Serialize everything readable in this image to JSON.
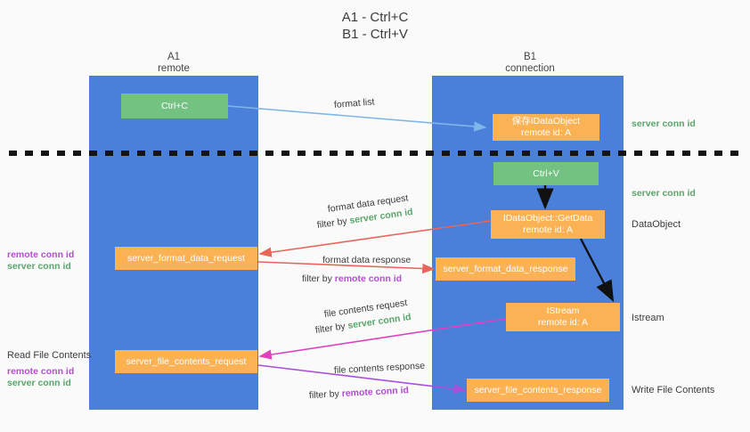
{
  "title": {
    "line1": "A1 - Ctrl+C",
    "line2": "B1 - Ctrl+V"
  },
  "columns": [
    {
      "name": "A1",
      "sub": "remote"
    },
    {
      "name": "B1",
      "sub": "connection"
    }
  ],
  "nodes": {
    "ctrl_c": "Ctrl+C",
    "save_idataobject_l1": "保存IDataObject",
    "save_idataobject_l2": "remote id: A",
    "ctrl_v": "Ctrl+V",
    "getdata_l1": "IDataObject::GetData",
    "getdata_l2": "remote id: A",
    "server_format_data_request": "server_format_data_request",
    "server_format_data_response": "server_format_data_response",
    "istream_l1": "IStream",
    "istream_l2": "remote id: A",
    "server_file_contents_request": "server_file_contents_request",
    "server_file_contents_response": "server_file_contents_response"
  },
  "right_labels": {
    "server_conn_id_top": "server conn id",
    "server_conn_id_mid": "server conn id",
    "dataobject": "DataObject",
    "istream": "Istream",
    "write_file_contents": "Write File Contents"
  },
  "left_labels": {
    "remote_conn_id_1": "remote conn id",
    "server_conn_id_1": "server conn id",
    "read_file_contents": "Read File Contents",
    "remote_conn_id_2": "remote conn id",
    "server_conn_id_2": "server conn id"
  },
  "edges": {
    "format_list": "format list",
    "format_data_request": "format data request",
    "format_data_request_filter_pre": "filter by ",
    "format_data_request_filter_key": "server conn id",
    "format_data_response": "format data response",
    "format_data_response_filter_pre": "filter by ",
    "format_data_response_filter_key": "remote conn id",
    "file_contents_request": "file contents request",
    "file_contents_request_filter_pre": "filter by ",
    "file_contents_request_filter_key": "server conn id",
    "file_contents_response": "file contents response",
    "file_contents_response_filter_pre": "filter by ",
    "file_contents_response_filter_key": "remote conn id"
  },
  "colors": {
    "lane": "#4a80da",
    "green_node": "#73c282",
    "orange_node": "#fbb254",
    "green_text": "#5aa469",
    "purple_text": "#b14fcf",
    "arrow_lightblue": "#7fb6e8",
    "arrow_red": "#e8655c",
    "arrow_magenta": "#e040c0",
    "arrow_purple": "#a950d8",
    "arrow_black": "#1a1a1a",
    "background": "#fafafa"
  }
}
